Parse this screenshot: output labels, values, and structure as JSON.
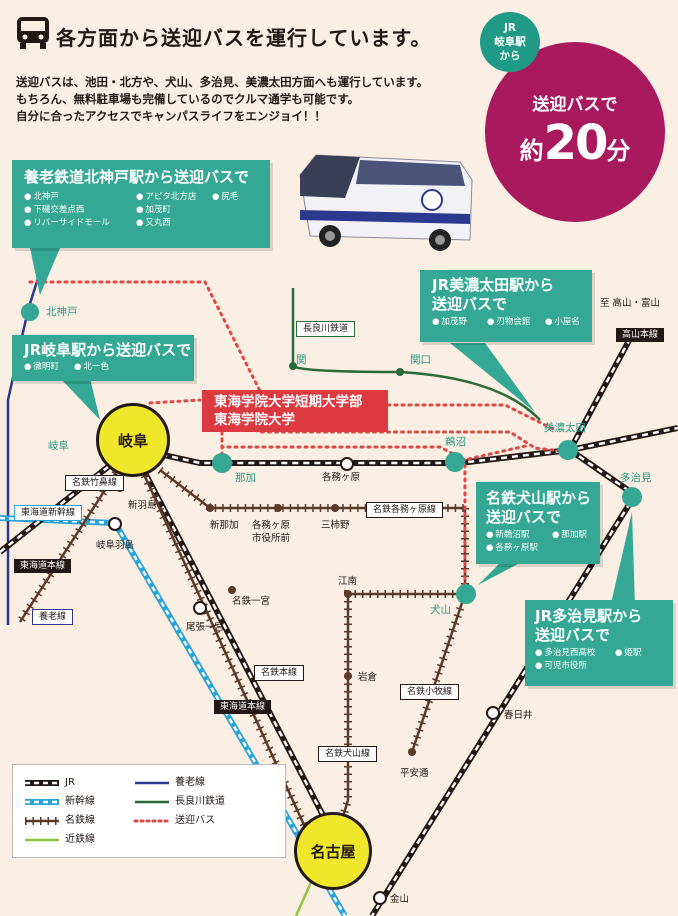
{
  "header": {
    "title": "各方面から送迎バスを運行しています。",
    "intro_lines": [
      "送迎バスは、池田・北方や、犬山、多治見、美濃太田方面へも運行しています。",
      "もちろん、無料駐車場も完備しているのでクルマ通学も可能です。",
      "自分に合ったアクセスでキャンパスライフをエンジョイ！！"
    ]
  },
  "badge": {
    "circle_lines": [
      "JR",
      "岐阜駅",
      "から"
    ],
    "line1": "送迎バスで",
    "prefix": "約",
    "number": "20",
    "suffix": "分"
  },
  "university": {
    "line1": "東海学院大学短期大学部",
    "line2": "東海学院大学"
  },
  "boxes": {
    "kitakobe": {
      "title": "養老鉄道北神戸駅から送迎バスで",
      "stops": [
        "北神戸",
        "アピタ北方店",
        "尻毛",
        "下磯交差点西",
        "加茂町",
        "",
        "リバーサイドモール",
        "又丸西",
        ""
      ]
    },
    "gifu": {
      "title": "JR岐阜駅から送迎バスで",
      "stops": [
        "徹明町",
        "北一色"
      ]
    },
    "minoota": {
      "title_line1": "JR美濃太田駅から",
      "title_line2": "送迎バスで",
      "stops": [
        "加茂野",
        "刃物会館",
        "小屋名"
      ]
    },
    "inuyama": {
      "title_line1": "名鉄犬山駅から",
      "title_line2": "送迎バスで",
      "stops": [
        "新鵜沼駅",
        "那加駅",
        "各務ヶ原駅",
        ""
      ]
    },
    "tajimi": {
      "title_line1": "JR多治見駅から",
      "title_line2": "送迎バスで",
      "stops": [
        "多治見西高校",
        "姫駅",
        "可児市役所",
        ""
      ]
    }
  },
  "hubs": {
    "gifu": "岐阜",
    "nagoya": "名古屋"
  },
  "stations": {
    "kitakobe": "北神戸",
    "gifu_small": "岐阜",
    "naka": "那加",
    "kakamigahara": "各務ヶ原",
    "unuma": "鵜沼",
    "minoota": "美濃太田",
    "tajimi": "多治見",
    "inuyama": "犬山",
    "seki": "関",
    "sekiguchi": "関口",
    "shinnaka": "新那加",
    "kakamigahara_shiyakusho_1": "各務ヶ原",
    "kakamigahara_shiyakusho_2": "市役所前",
    "sanyakeno": "三柿野",
    "shinhashima": "新羽島",
    "gifuhashima": "岐阜羽島",
    "meitetsu_ichinomiya": "名鉄一宮",
    "owari_ichinomiya": "尾張一宮",
    "konan": "江南",
    "iwakura": "岩倉",
    "heianbashi": "平安通",
    "kasugai": "春日井",
    "kanayama": "金山",
    "takayama_toyama": "至 高山・富山"
  },
  "line_tags": {
    "meitetsu_takehana": "名鉄竹鼻線",
    "tokaido_shinkansen": "東海道新幹線",
    "tokaido_honsen_left": "東海道本線",
    "yoro": "養老線",
    "meitetsu_kakamigahara": "名鉄各務ヶ原線",
    "nagaragawa": "長良川鉄道",
    "takayama_honsen": "高山本線",
    "meitetsu_honsen": "名鉄本線",
    "tokaido_honsen_mid": "東海道本線",
    "meitetsu_inuyama": "名鉄犬山線",
    "meitetsu_komaki": "名鉄小牧線"
  },
  "legend": {
    "jr": "JR",
    "shinkansen": "新幹線",
    "meitetsu": "名鉄線",
    "kintetsu": "近鉄線",
    "yoro": "養老線",
    "nagaragawa": "長良川鉄道",
    "bus": "送迎バス"
  },
  "colors": {
    "background": "#fbeee2",
    "teal": "#34a894",
    "magenta": "#a8195e",
    "red_box": "#dc3a40",
    "hub_yellow": "#f0e72a",
    "yoro_blue": "#2b3a8f",
    "shinkansen_cyan": "#2aa3d8",
    "nagaragawa_green": "#2a6b3a",
    "meitetsu_brown": "#5a3a28",
    "kintetsu_green": "#8cc63f",
    "bus_red": "#e04848"
  }
}
